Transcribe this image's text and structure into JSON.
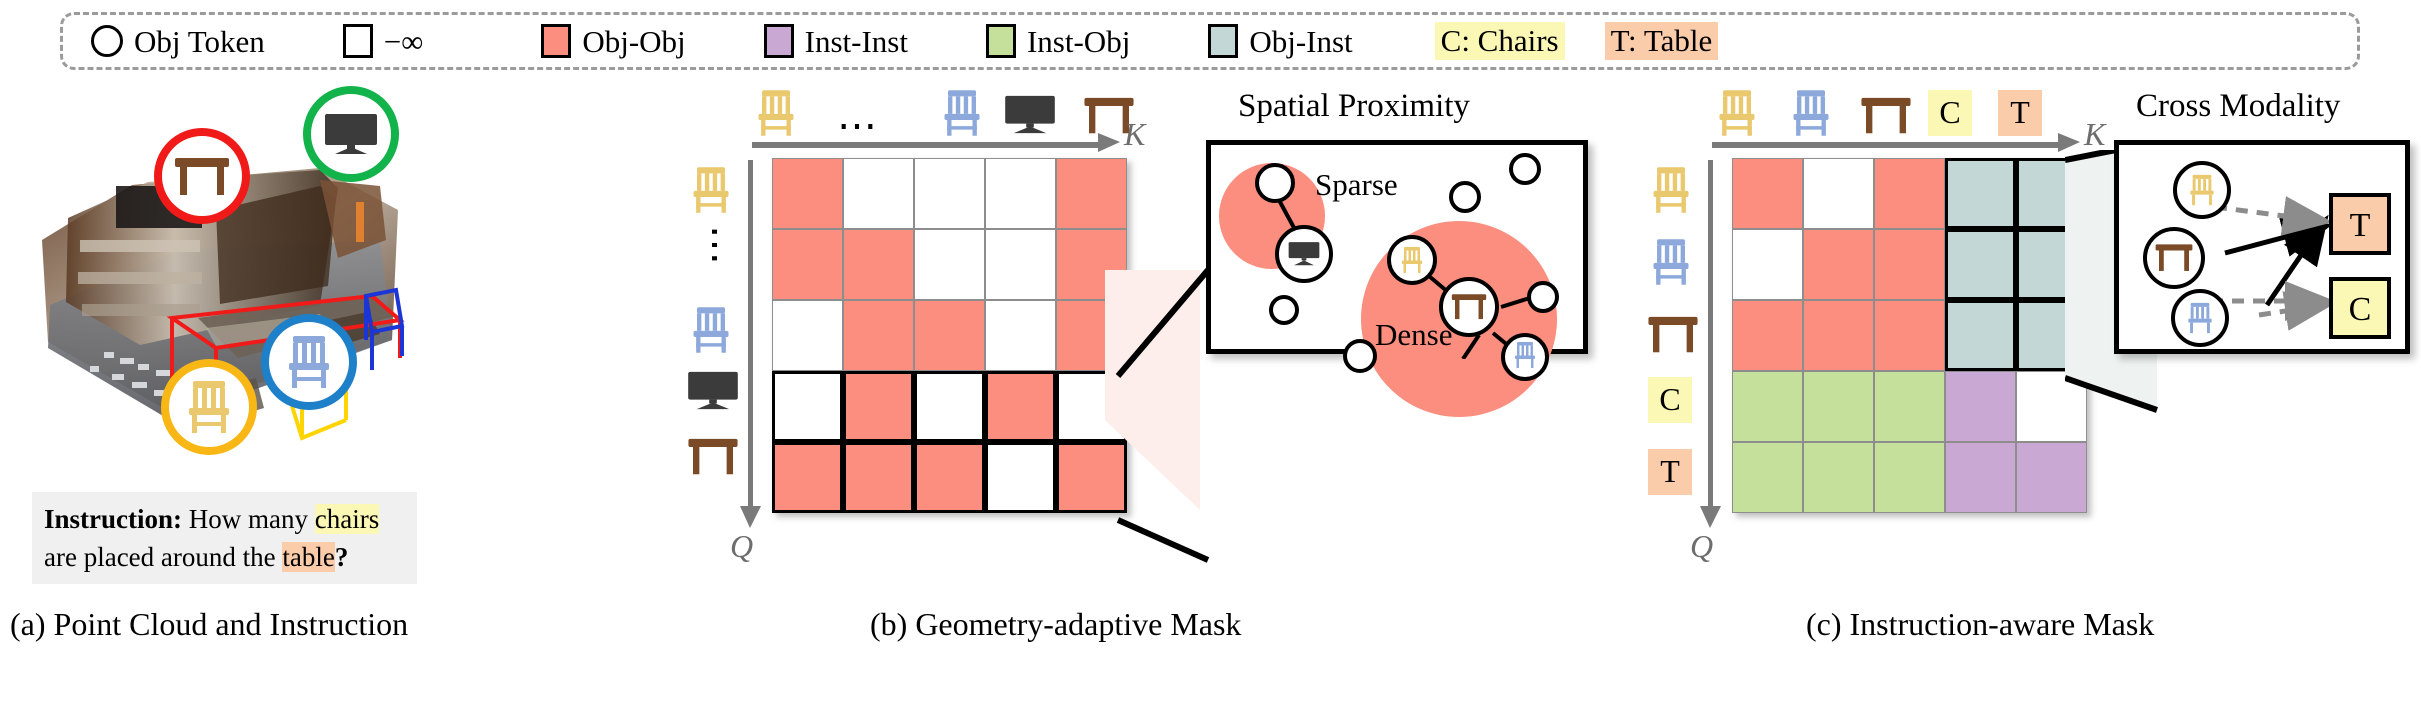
{
  "legend": {
    "items": [
      {
        "kind": "circle",
        "label": "Obj Token",
        "color": "#ffffff"
      },
      {
        "kind": "square",
        "label": "−∞",
        "color": "#ffffff"
      },
      {
        "kind": "square",
        "label": "Obj-Obj",
        "color": "#fb8e7f"
      },
      {
        "kind": "square",
        "label": "Inst-Inst",
        "color": "#c9a8d4"
      },
      {
        "kind": "square",
        "label": "Inst-Obj",
        "color": "#c5e09a"
      },
      {
        "kind": "square",
        "label": "Obj-Inst",
        "color": "#c3d8d6"
      }
    ],
    "highlights": [
      {
        "text": "C: Chairs",
        "color": "#fbf7b5"
      },
      {
        "text": "T: Table",
        "color": "#fbccaa"
      }
    ]
  },
  "panel_a": {
    "caption": "(a) Point Cloud and Instruction",
    "instruction_label": "Instruction:",
    "instruction_part1": " How many ",
    "instruction_kw1": "chairs",
    "instruction_part2": " are placed around the ",
    "instruction_kw2": "table",
    "instruction_part3": "?",
    "highlight_chairs_color": "#fbf7b5",
    "highlight_table_color": "#fbccaa",
    "bubbles": [
      {
        "name": "table-bubble-red",
        "icon": "table-icon",
        "color": "#f01b18"
      },
      {
        "name": "monitor-bubble-green",
        "icon": "monitor-icon",
        "color": "#12b34a"
      },
      {
        "name": "chair-bubble-yellow",
        "icon": "chair-icon",
        "color": "#f8b714"
      },
      {
        "name": "chair-bubble-blue",
        "icon": "chair-icon",
        "color": "#1e80c8"
      }
    ]
  },
  "panel_b": {
    "caption": "(b) Geometry-adaptive Mask",
    "axis_k": "K",
    "axis_q": "Q",
    "col_icons": [
      "chair-yellow",
      "ellipsis",
      "chair-blue",
      "monitor",
      "table"
    ],
    "row_icons": [
      "chair-yellow",
      "ellipsis",
      "chair-blue",
      "monitor",
      "table"
    ],
    "matrix": [
      [
        "obj",
        "none",
        "none",
        "none",
        "obj"
      ],
      [
        "obj",
        "obj",
        "none",
        "none",
        "obj"
      ],
      [
        "none",
        "obj",
        "obj",
        "none",
        "obj"
      ],
      [
        "none",
        "obj",
        "none",
        "obj",
        "none"
      ],
      [
        "obj",
        "obj",
        "obj",
        "none",
        "obj"
      ]
    ],
    "bold_rows": [
      3,
      4
    ],
    "callout": {
      "title": "Spatial Proximity",
      "label_sparse": "Sparse",
      "label_dense": "Dense"
    }
  },
  "panel_c": {
    "caption": "(c) Instruction-aware Mask",
    "axis_k": "K",
    "axis_q": "Q",
    "col_icons": [
      "chair-yellow",
      "chair-blue",
      "table",
      "C",
      "T"
    ],
    "row_icons": [
      "chair-yellow",
      "chair-blue",
      "table",
      "C",
      "T"
    ],
    "matrix": [
      [
        "obj",
        "none",
        "obj",
        "objinst",
        "objinst"
      ],
      [
        "none",
        "obj",
        "obj",
        "objinst",
        "objinst"
      ],
      [
        "obj",
        "obj",
        "obj",
        "objinst",
        "objinst"
      ],
      [
        "instobj",
        "instobj",
        "instobj",
        "instinst",
        "none"
      ],
      [
        "instobj",
        "instobj",
        "instobj",
        "instinst",
        "instinst"
      ]
    ],
    "callout": {
      "title": "Cross Modality",
      "token_t": "T",
      "token_c": "C"
    }
  },
  "colors": {
    "obj_obj": "#fb8e7f",
    "inst_inst": "#c9a8d4",
    "inst_obj": "#c5e09a",
    "obj_inst": "#c3d8d6",
    "none": "#ffffff",
    "chair_yellow": "#e9c86e",
    "chair_blue": "#8da9dc",
    "table_brown": "#7a4b26",
    "monitor_dark": "#3b3b3b",
    "axis_gray": "#7a7a7a",
    "c_badge": "#fbf7b5",
    "t_badge": "#fbccaa"
  }
}
